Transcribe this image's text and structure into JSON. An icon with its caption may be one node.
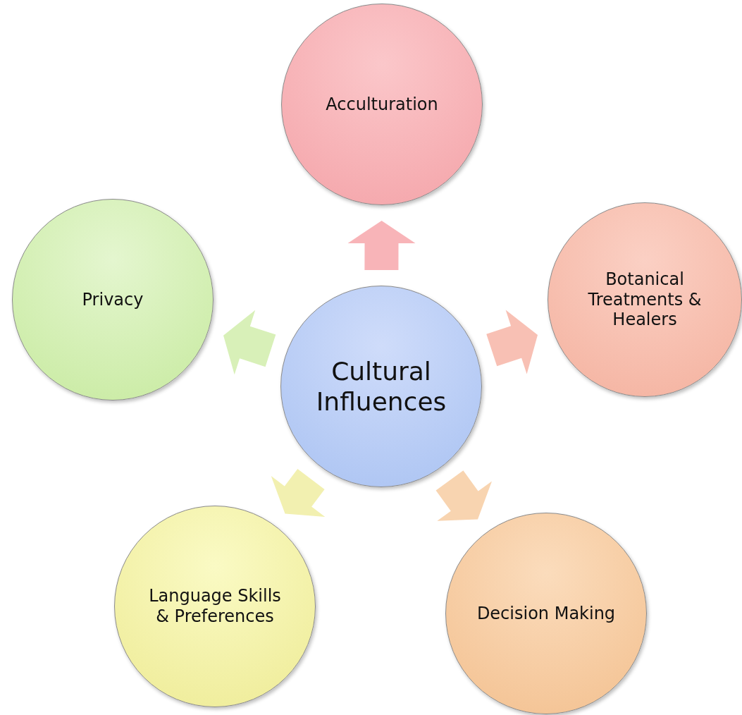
{
  "diagram": {
    "nodes": [
      {
        "text": [
          "Cultural Influences"
        ]
      },
      {
        "text": [
          "Acculturation"
        ]
      },
      {
        "text": [
          "Botanical Treatments & Healers"
        ]
      },
      {
        "text": [
          "Decision Making"
        ]
      },
      {
        "text": [
          "Language Skills & Preferences"
        ]
      },
      {
        "text": [
          "Privacy"
        ]
      }
    ],
    "edges": [
      {
        "from": 0,
        "to": 1,
        "arrow": "to",
        "color": "#f8b4b8"
      },
      {
        "from": 0,
        "to": 2,
        "arrow": "to",
        "color": "#f8c0b4"
      },
      {
        "from": 0,
        "to": 3,
        "arrow": "to",
        "color": "#f8d4b0"
      },
      {
        "from": 0,
        "to": 4,
        "arrow": "to",
        "color": "#f2f0b0"
      },
      {
        "from": 0,
        "to": 5,
        "arrow": "to",
        "color": "#d8f0b8"
      }
    ]
  }
}
